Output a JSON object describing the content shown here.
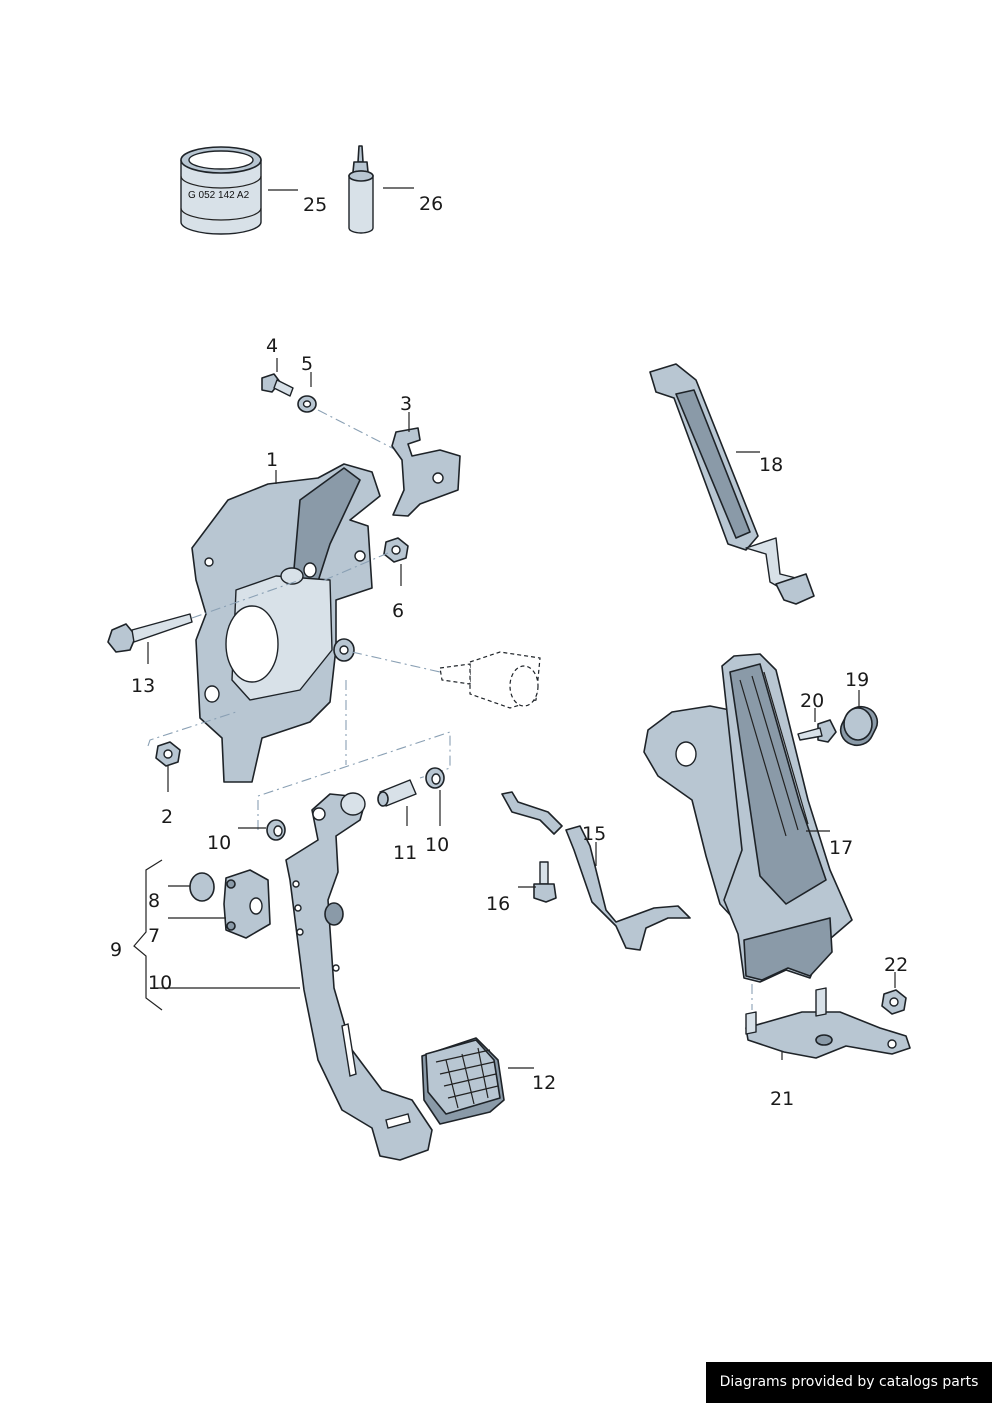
{
  "callouts": {
    "c1": "1",
    "c2": "2",
    "c3": "3",
    "c4": "4",
    "c5": "5",
    "c6": "6",
    "c7": "7",
    "c8": "8",
    "c9": "9",
    "c10a": "10",
    "c10b": "10",
    "c10c": "10",
    "c11": "11",
    "c12": "12",
    "c13": "13",
    "c15": "15",
    "c16": "16",
    "c17": "17",
    "c18": "18",
    "c19": "19",
    "c20": "20",
    "c21": "21",
    "c22": "22",
    "c25": "25",
    "c26": "26"
  },
  "can_label": "G 052 142 A2",
  "credit": "Diagrams provided by catalogs parts",
  "colors": {
    "part_fill": "#b8c6d2",
    "part_dark": "#8a9aa8",
    "outline": "#1e2328",
    "phantom_line": "#8aa0b4"
  }
}
